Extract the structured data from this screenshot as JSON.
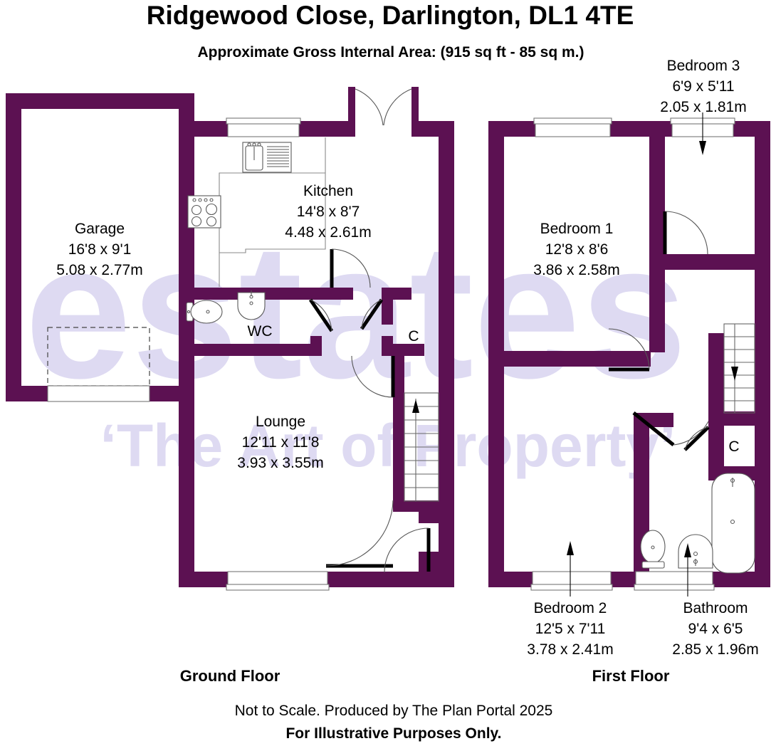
{
  "header": {
    "title": "Ridgewood Close, Darlington, DL1 4TE",
    "subtitle": "Approximate Gross Internal Area: (915 sq ft - 85 sq m.)"
  },
  "watermark": {
    "line1": "estates",
    "line2": "‘The Art of Property’",
    "color": "#dedaf2"
  },
  "colors": {
    "wall": "#5c1152",
    "text": "#000000",
    "background": "#ffffff",
    "fixture_stroke": "#5a5a5a"
  },
  "ground_floor": {
    "label": "Ground Floor",
    "rooms": [
      {
        "name": "Garage",
        "imperial": "16'8 x 9'1",
        "metric": "5.08 x 2.77m"
      },
      {
        "name": "Kitchen",
        "imperial": "14'8 x 8'7",
        "metric": "4.48 x 2.61m"
      },
      {
        "name": "Lounge",
        "imperial": "12'11 x 11'8",
        "metric": "3.93 x 3.55m"
      },
      {
        "name": "WC",
        "imperial": "",
        "metric": ""
      },
      {
        "name": "C",
        "imperial": "",
        "metric": ""
      }
    ]
  },
  "first_floor": {
    "label": "First Floor",
    "rooms": [
      {
        "name": "Bedroom 1",
        "imperial": "12'8 x 8'6",
        "metric": "3.86 x 2.58m"
      },
      {
        "name": "Bedroom 2",
        "imperial": "12'5 x 7'11",
        "metric": "3.78 x 2.41m"
      },
      {
        "name": "Bedroom 3",
        "imperial": "6'9 x 5'11",
        "metric": "2.05 x 1.81m"
      },
      {
        "name": "Bathroom",
        "imperial": "9'4 x 6'5",
        "metric": "2.85 x 1.96m"
      },
      {
        "name": "C",
        "imperial": "",
        "metric": ""
      }
    ]
  },
  "footer": {
    "line1": "Not to Scale. Produced by The Plan Portal 2025",
    "line2": "For Illustrative Purposes Only."
  }
}
